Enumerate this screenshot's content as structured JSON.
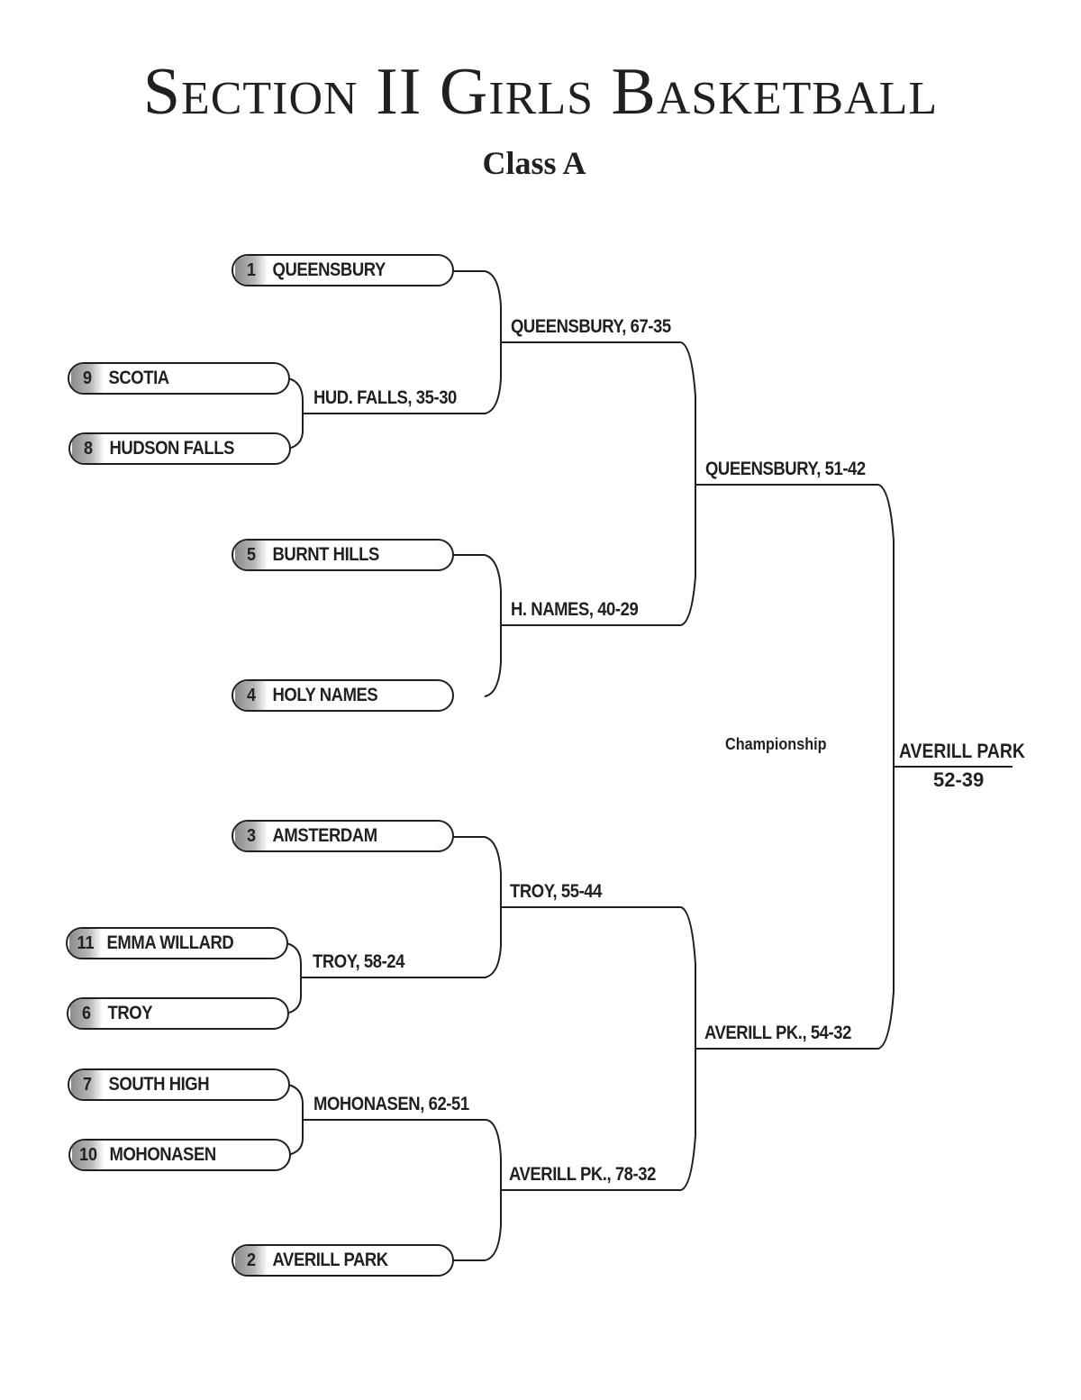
{
  "header": {
    "title": "Section II Girls Basketball",
    "subtitle": "Class A"
  },
  "first_round": [
    {
      "seed": "9",
      "team": "SCOTIA"
    },
    {
      "seed": "8",
      "team": "HUDSON FALLS"
    },
    {
      "seed": "11",
      "team": "EMMA WILLARD"
    },
    {
      "seed": "6",
      "team": "TROY"
    },
    {
      "seed": "7",
      "team": "SOUTH HIGH"
    },
    {
      "seed": "10",
      "team": "MOHONASEN"
    }
  ],
  "byes": [
    {
      "seed": "1",
      "team": "QUEENSBURY"
    },
    {
      "seed": "5",
      "team": "BURNT HILLS"
    },
    {
      "seed": "4",
      "team": "HOLY NAMES"
    },
    {
      "seed": "3",
      "team": "AMSTERDAM"
    },
    {
      "seed": "2",
      "team": "AVERILL PARK"
    }
  ],
  "first_round_results": [
    "HUD. FALLS, 35-30",
    "TROY, 58-24",
    "MOHONASEN, 62-51"
  ],
  "quarterfinal_results": [
    "QUEENSBURY, 67-35",
    "H. NAMES, 40-29",
    "TROY, 55-44",
    "AVERILL PK., 78-32"
  ],
  "semifinal_results": [
    "QUEENSBURY, 51-42",
    "AVERILL PK., 54-32"
  ],
  "championship": {
    "label": "Championship",
    "winner": "AVERILL PARK",
    "score": "52-39"
  }
}
